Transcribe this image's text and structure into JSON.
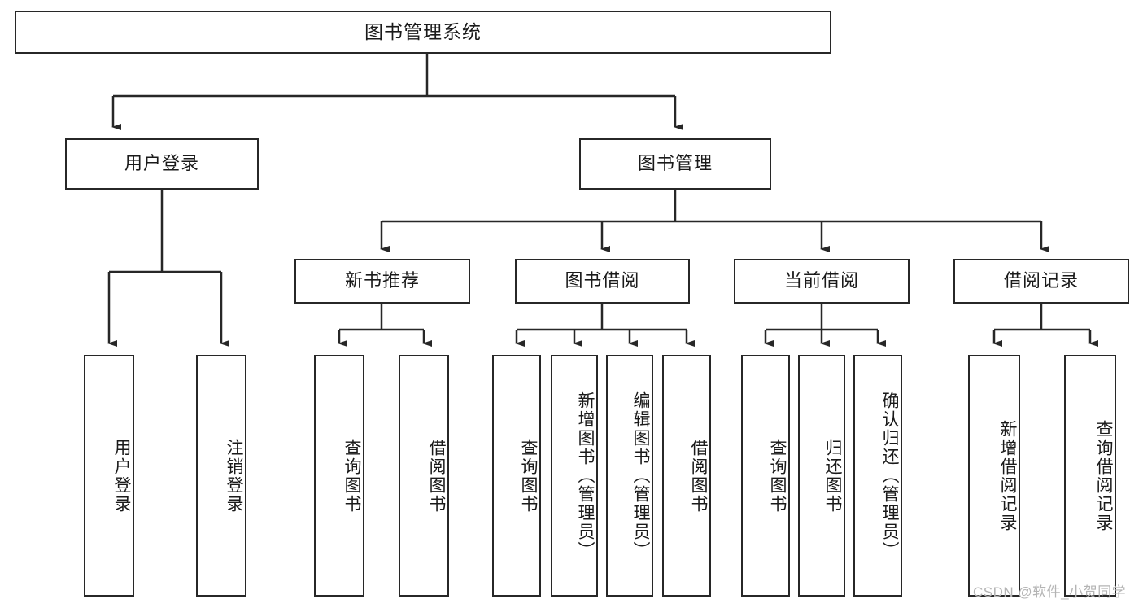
{
  "diagram": {
    "title": "图书管理系统",
    "type": "hierarchy-tree",
    "watermark": "CSDN @软件_小贺同学",
    "colors": {
      "stroke": "#272727",
      "fill": "#ffffff",
      "text": "#1a1a1a",
      "watermark": "#b4b4b4"
    }
  },
  "nodes": {
    "root": {
      "label": "图书管理系统",
      "level": 1
    },
    "level2": [
      {
        "id": "user-login",
        "label": "用户登录"
      },
      {
        "id": "book-manage",
        "label": "图书管理"
      }
    ],
    "level3": [
      {
        "id": "new-book-recommend",
        "label": "新书推荐"
      },
      {
        "id": "book-borrow",
        "label": "图书借阅"
      },
      {
        "id": "current-borrow",
        "label": "当前借阅"
      },
      {
        "id": "borrow-record",
        "label": "借阅记录"
      }
    ],
    "leaves": {
      "user-login": [
        {
          "id": "leaf-user-login",
          "label": "用户登录"
        },
        {
          "id": "leaf-user-logout",
          "label": "注销登录"
        }
      ],
      "new-book-recommend": [
        {
          "id": "leaf-query-book-1",
          "label": "查询图书"
        },
        {
          "id": "leaf-borrow-book-1",
          "label": "借阅图书"
        }
      ],
      "book-borrow": [
        {
          "id": "leaf-query-book-2",
          "label": "查询图书"
        },
        {
          "id": "leaf-add-book",
          "label": "新增图书（管理员）"
        },
        {
          "id": "leaf-edit-book",
          "label": "编辑图书（管理员）"
        },
        {
          "id": "leaf-borrow-book-2",
          "label": "借阅图书"
        }
      ],
      "current-borrow": [
        {
          "id": "leaf-query-book-3",
          "label": "查询图书"
        },
        {
          "id": "leaf-return-book",
          "label": "归还图书"
        },
        {
          "id": "leaf-confirm-return",
          "label": "确认归还（管理员）"
        }
      ],
      "borrow-record": [
        {
          "id": "leaf-add-record",
          "label": "新增借阅记录"
        },
        {
          "id": "leaf-query-record",
          "label": "查询借阅记录"
        }
      ]
    }
  }
}
